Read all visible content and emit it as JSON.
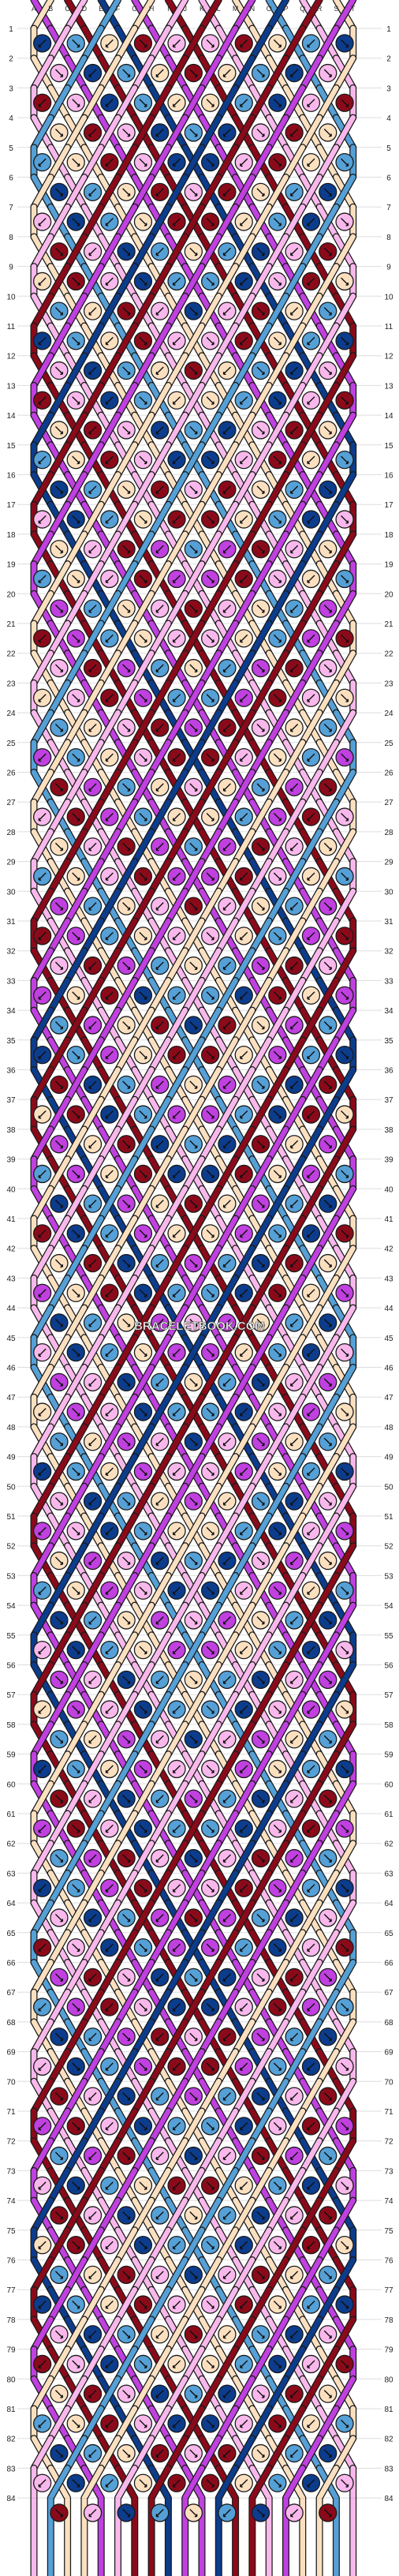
{
  "watermark": "BRACELETBOOK.COM",
  "strand_labels": [
    "A",
    "B",
    "C",
    "D",
    "E",
    "F",
    "G",
    "H",
    "I",
    "J",
    "K",
    "L",
    "M",
    "N",
    "O",
    "P",
    "Q",
    "R",
    "S",
    "T"
  ],
  "row_numbers": [
    1,
    2,
    3,
    4,
    5,
    6,
    7,
    8,
    9,
    10,
    11,
    12,
    13,
    14,
    15,
    16,
    17,
    18,
    19,
    20,
    21,
    22,
    23,
    24,
    25,
    26,
    27,
    28,
    29,
    30,
    31,
    32,
    33,
    34,
    35,
    36,
    37,
    38,
    39,
    40,
    41,
    42,
    43,
    44,
    45,
    46,
    47,
    48,
    49,
    50,
    51,
    52,
    53,
    54,
    55,
    56,
    57,
    58,
    59,
    60,
    61,
    62,
    63,
    64,
    65,
    66,
    67,
    68,
    69,
    70,
    71,
    72,
    73,
    74,
    75,
    76,
    77,
    78,
    79,
    80,
    81,
    82,
    83,
    84
  ],
  "colors": {
    "purple": "#c040e0",
    "cream": "#fbe0c0",
    "maroon": "#8b0a1a",
    "pink": "#f9b8ec",
    "navy": "#0c3c8c",
    "lightblue": "#55a0d6",
    "outline": "#1a1a1a",
    "grid": "#dddddd"
  },
  "palette_order": [
    "purple",
    "cream",
    "maroon",
    "pink",
    "navy",
    "lightblue"
  ],
  "knot_regions": [
    {
      "rows": [
        1,
        17
      ],
      "colors": [
        "navy",
        "pink",
        "maroon",
        "cream",
        "lightblue"
      ]
    },
    {
      "rows": [
        18,
        32
      ],
      "colors": [
        "maroon",
        "pink",
        "cream",
        "lightblue",
        "purple"
      ]
    },
    {
      "rows": [
        33,
        43
      ],
      "colors": [
        "maroon",
        "cream",
        "purple",
        "lightblue",
        "navy"
      ]
    },
    {
      "rows": [
        44,
        59
      ],
      "colors": [
        "purple",
        "cream",
        "lightblue",
        "navy",
        "pink"
      ]
    },
    {
      "rows": [
        60,
        72
      ],
      "colors": [
        "purple",
        "lightblue",
        "navy",
        "pink",
        "maroon"
      ]
    },
    {
      "rows": [
        73,
        84
      ],
      "colors": [
        "lightblue",
        "navy",
        "pink",
        "maroon",
        "cream"
      ]
    }
  ]
}
